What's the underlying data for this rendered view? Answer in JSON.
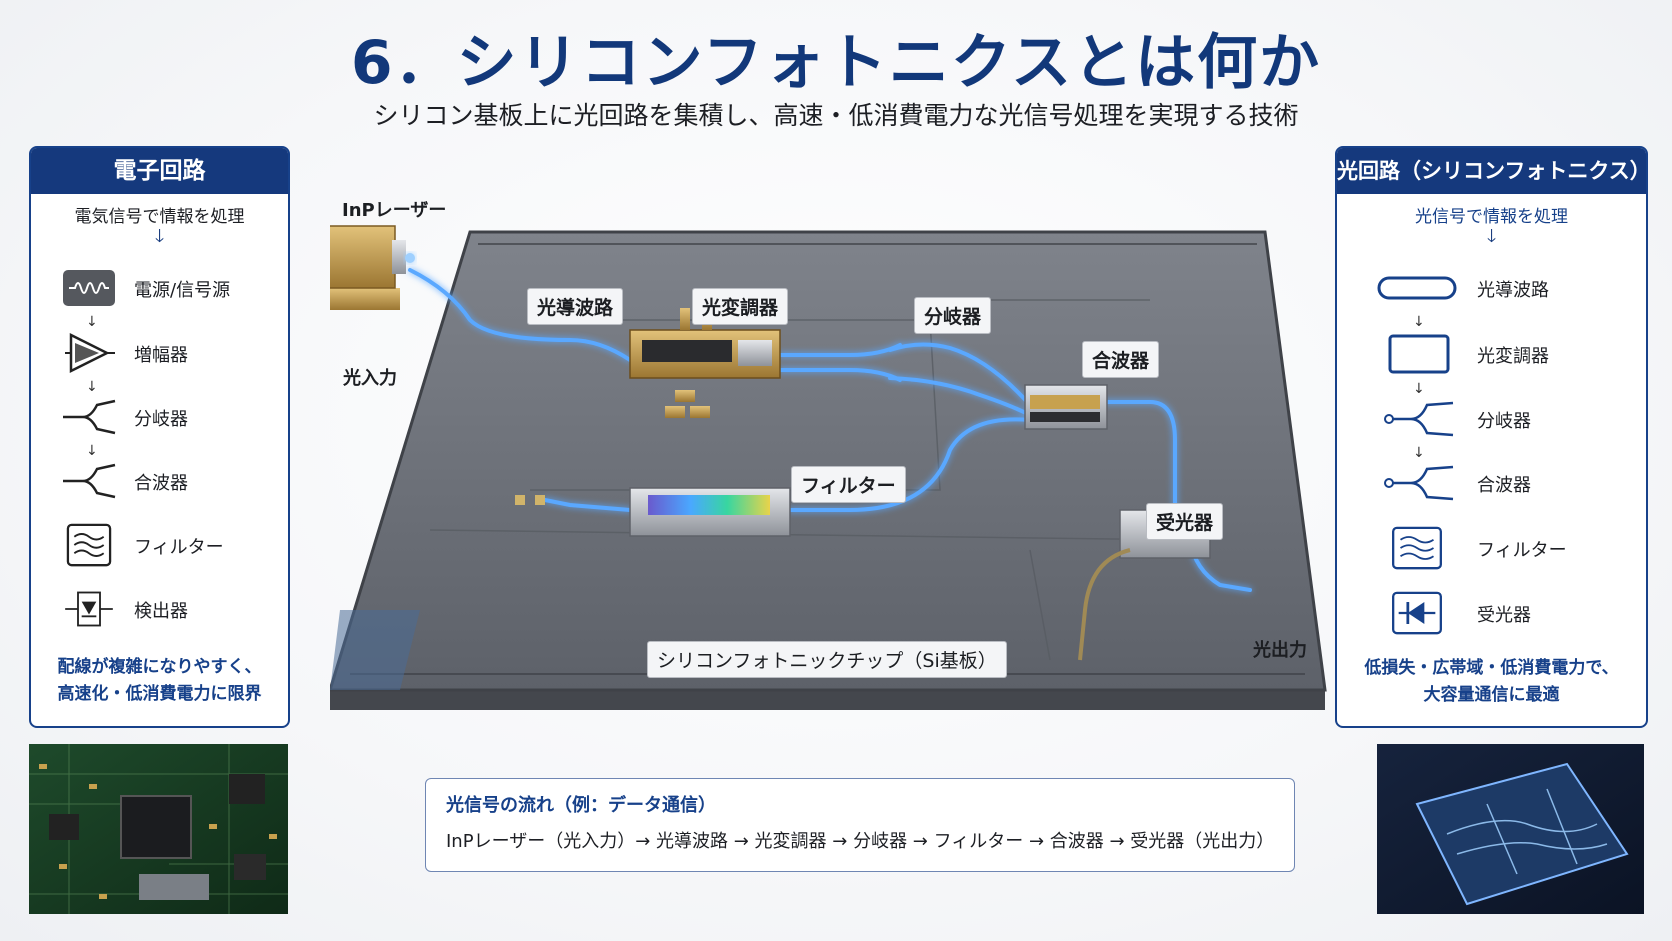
{
  "title": "6．シリコンフォトニクスとは何か",
  "subtitle": "シリコン基板上に光回路を集積し、高速・低消費電力な光信号処理を実現する技術",
  "left_panel": {
    "header": "電子回路",
    "description": "電気信号で情報を処理",
    "items": [
      {
        "icon": "signal-source-icon",
        "label": "電源/信号源"
      },
      {
        "icon": "amplifier-icon",
        "label": "増幅器"
      },
      {
        "icon": "splitter-icon",
        "label": "分岐器"
      },
      {
        "icon": "combiner-icon",
        "label": "合波器"
      },
      {
        "icon": "filter-icon",
        "label": "フィルター"
      },
      {
        "icon": "detector-icon",
        "label": "検出器"
      }
    ],
    "footer_line1": "配線が複雑になりやすく、",
    "footer_line2": "高速化・低消費電力に限界"
  },
  "right_panel": {
    "header": "光回路（シリコンフォトニクス）",
    "description": "光信号で情報を処理",
    "items": [
      {
        "icon": "waveguide-icon",
        "label": "光導波路"
      },
      {
        "icon": "modulator-icon",
        "label": "光変調器"
      },
      {
        "icon": "splitter-icon",
        "label": "分岐器"
      },
      {
        "icon": "combiner-icon",
        "label": "合波器"
      },
      {
        "icon": "filter-icon",
        "label": "フィルター"
      },
      {
        "icon": "photodiode-icon",
        "label": "受光器"
      }
    ],
    "footer_line1": "低損失・広帯域・低消費電力で、",
    "footer_line2": "大容量通信に最適"
  },
  "chip": {
    "laser": "InPレーザー",
    "light_in": "光入力",
    "waveguide": "光導波路",
    "modulator": "光変調器",
    "splitter": "分岐器",
    "combiner": "合波器",
    "filter": "フィルター",
    "receiver": "受光器",
    "light_out": "光出力",
    "substrate": "シリコンフォトニックチップ（Si基板）"
  },
  "flow": {
    "title": "光信号の流れ（例：データ通信）",
    "text": "InPレーザー（光入力）→ 光導波路 → 光変調器 → 分岐器 → フィルター → 合波器 → 受光器（光出力）"
  },
  "colors": {
    "navy": "#15397d",
    "waveguide_glow": "#5aa8ff",
    "chip_gray": "#6b6f78",
    "gold": "#c9a24a"
  }
}
